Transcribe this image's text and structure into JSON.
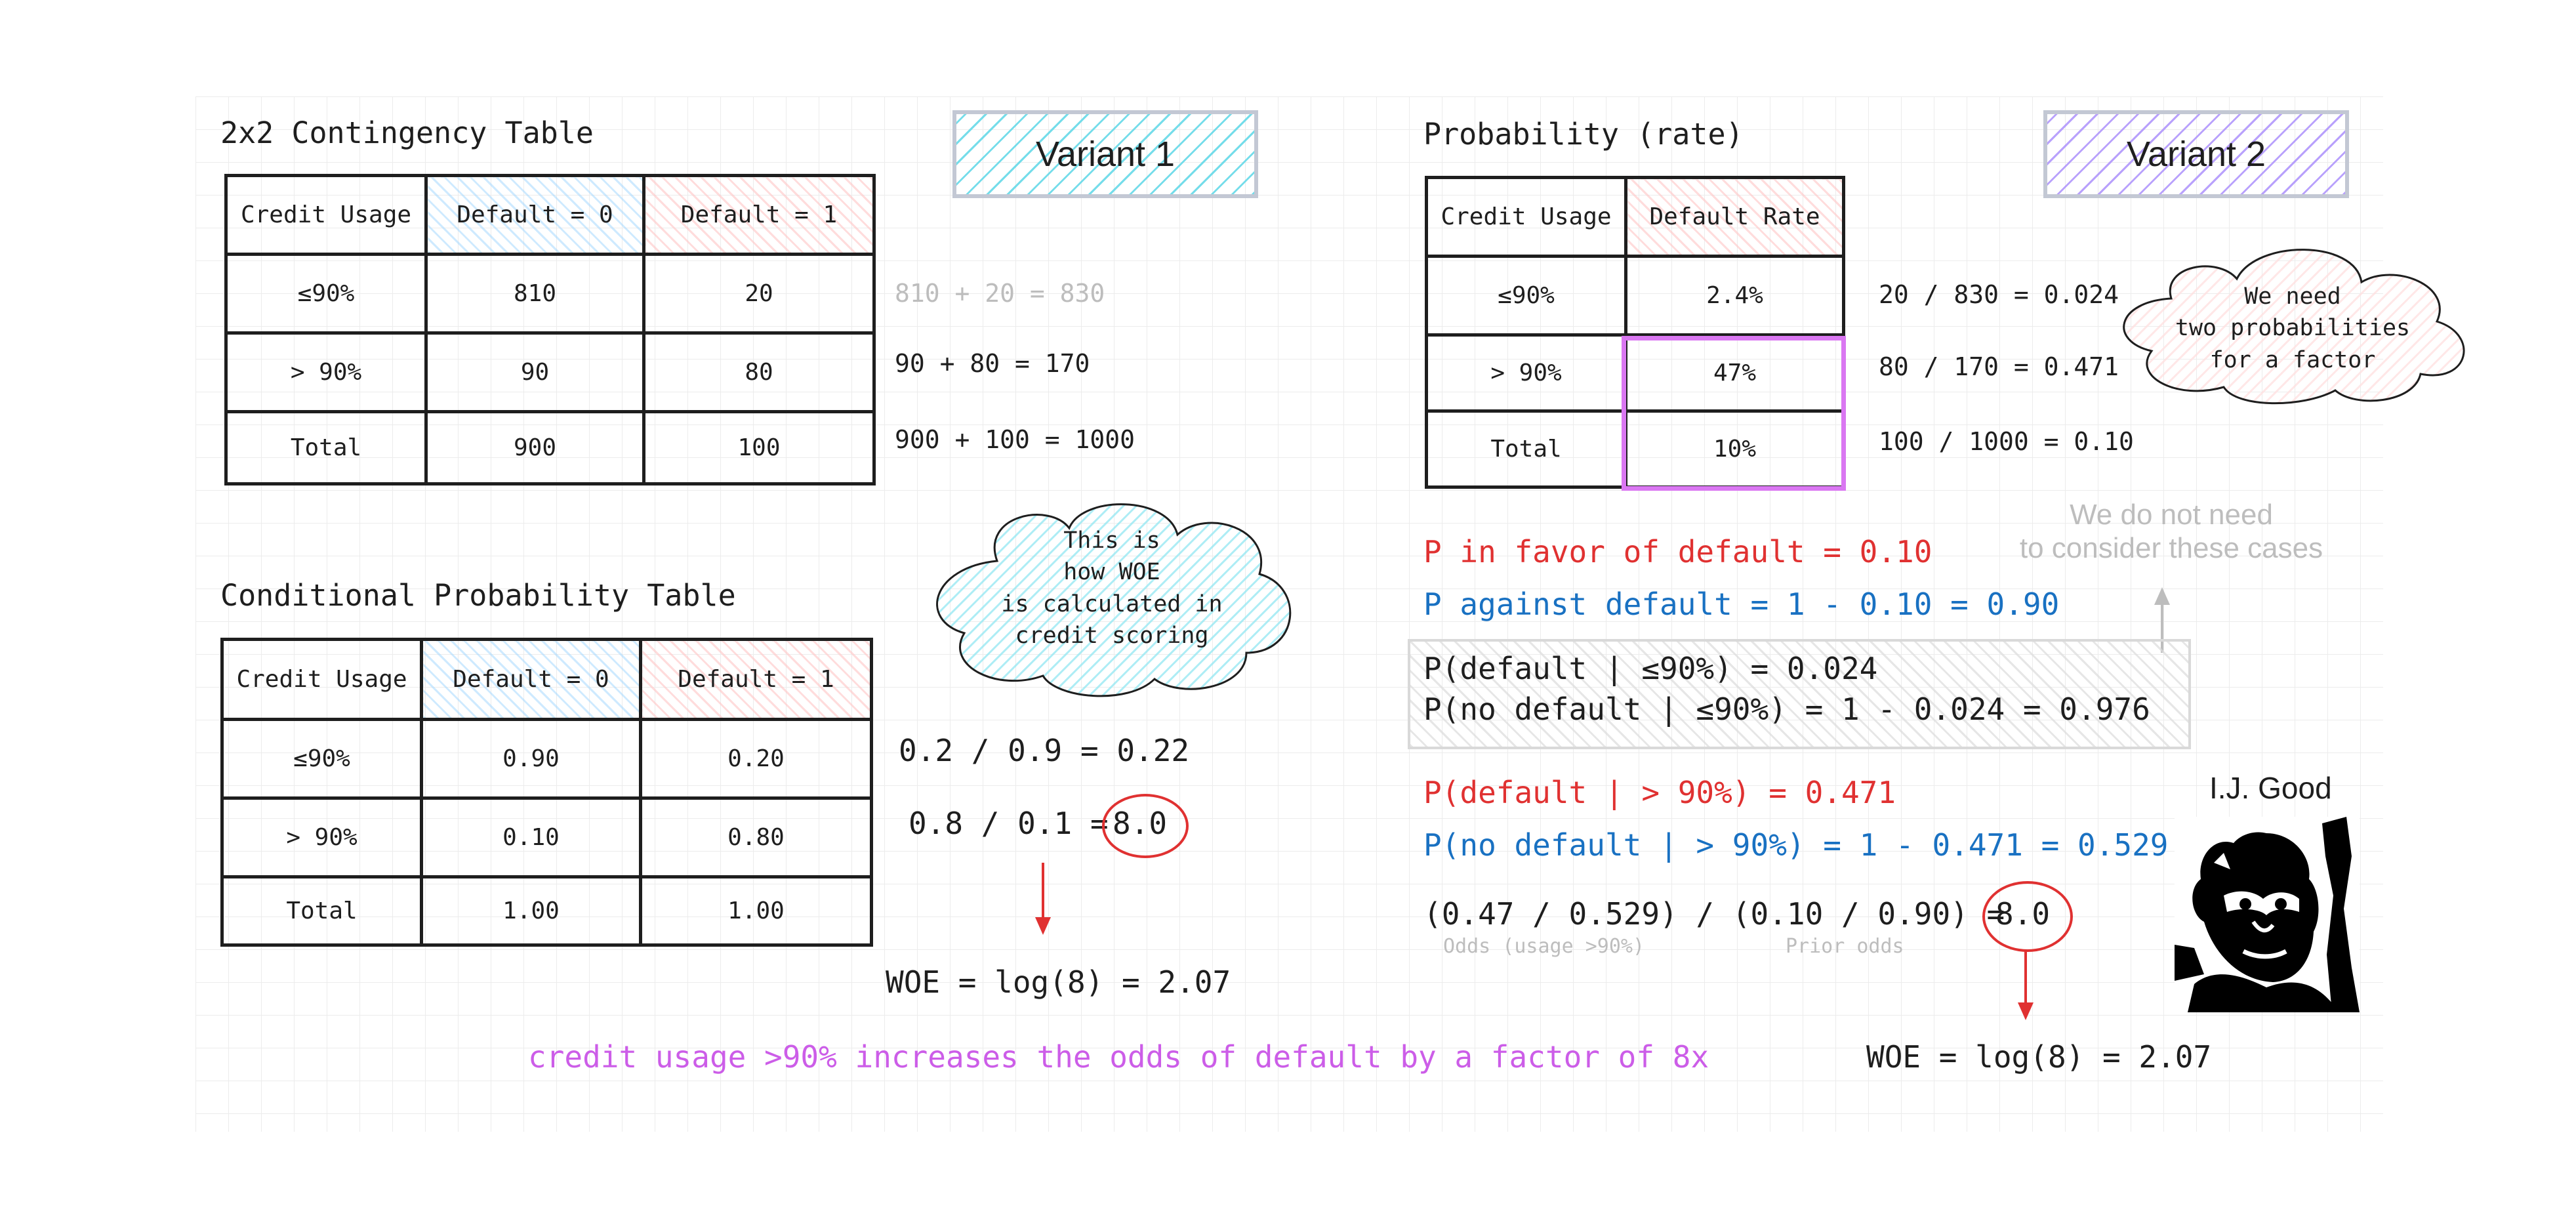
{
  "left": {
    "contingency_title": "2x2 Contingency Table",
    "variant_label": "Variant 1",
    "contingency": {
      "headers": [
        "Credit Usage",
        "Default = 0",
        "Default = 1"
      ],
      "rows": [
        [
          "≤90%",
          "810",
          "20"
        ],
        [
          "> 90%",
          "90",
          "80"
        ],
        [
          "Total",
          "900",
          "100"
        ]
      ]
    },
    "row_sums": [
      "810 + 20 = 830",
      "90 + 80 = 170",
      "900 + 100 = 1000"
    ],
    "conditional_title": "Conditional Probability Table",
    "conditional": {
      "headers": [
        "Credit Usage",
        "Default = 0",
        "Default = 1"
      ],
      "rows": [
        [
          "≤90%",
          "0.90",
          "0.20"
        ],
        [
          "> 90%",
          "0.10",
          "0.80"
        ],
        [
          "Total",
          "1.00",
          "1.00"
        ]
      ]
    },
    "cloud": [
      "This is",
      "how WOE",
      "is calculated in",
      "credit scoring"
    ],
    "ratio_gray": "0.2 / 0.9 = 0.22",
    "ratio_main": "0.8 / 0.1 =",
    "ratio_result": "8.0",
    "woe": "WOE = log(8) = 2.07"
  },
  "right": {
    "probability_title": "Probability (rate)",
    "variant_label": "Variant 2",
    "rate_table": {
      "headers": [
        "Credit Usage",
        "Default Rate"
      ],
      "rows": [
        [
          "≤90%",
          "2.4%"
        ],
        [
          "> 90%",
          "47%"
        ],
        [
          "Total",
          "10%"
        ]
      ]
    },
    "rate_calcs": [
      "20 / 830 = 0.024",
      "80 / 170 = 0.471",
      "100 / 1000 = 0.10"
    ],
    "cloud": [
      "We need",
      "two probabilities",
      "for a factor"
    ],
    "not_needed_note": [
      "We do not need",
      "to consider these cases"
    ],
    "p_favor": "P in favor of default = 0.10",
    "p_against": "P against default = 1 - 0.10 = 0.90",
    "gray_p1": "P(default | ≤90%) = 0.024",
    "gray_p2": "P(no default | ≤90%) = 1 - 0.024 = 0.976",
    "p_default_high": "P(default | > 90%) = 0.471",
    "p_nodefault_high": "P(no default | > 90%) = 1 - 0.471 = 0.529",
    "odds_ratio": "(0.47 / 0.529) / (0.10 / 0.90) =",
    "odds_result": "8.0",
    "odds_usage_label": "Odds (usage >90%)",
    "prior_odds_label": "Prior odds",
    "woe": "WOE = log(8) = 2.07",
    "portrait_name": "I.J. Good"
  },
  "conclusion": "credit usage >90% increases the odds of default by a factor of 8x",
  "colors": {
    "red": "#e03131",
    "blue": "#1971c2",
    "pink": "#cc5de8",
    "highlight": "#da77f2",
    "gray": "#bdbdbd"
  }
}
